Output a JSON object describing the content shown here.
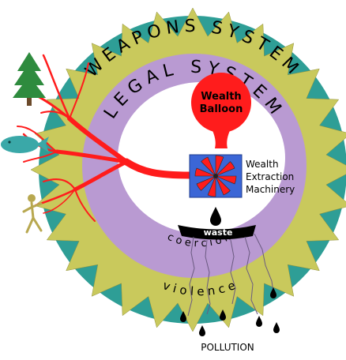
{
  "diagram": {
    "outer_ring_label": "WEAPONS SYSTEM",
    "middle_ring_label": "LEGAL SYSTEM",
    "balloon_label_line1": "Wealth",
    "balloon_label_line2": "Balloon",
    "machine_label_line1": "Wealth",
    "machine_label_line2": "Extraction",
    "machine_label_line3": "Machinery",
    "waste_label": "waste",
    "coercion_label": "c o e r c i o n",
    "violence_label": "v i o l e n c e",
    "pollution_label": "POLLUTION"
  },
  "icons": [
    "tree-icon",
    "fish-icon",
    "person-icon",
    "oil-drop-icon"
  ],
  "colors": {
    "outer_ring": "#2e9e96",
    "spikes": "#c9c95c",
    "legal_ring": "#b99ad2",
    "inner_core": "#ffffff",
    "balloon": "#ff1c1c",
    "machine": "#3b66d6",
    "roots": "#ff1c1c",
    "tree": "#2e8b3e",
    "fish": "#3aa8a8",
    "person": "#b8a850",
    "waste_bar": "#000000"
  }
}
